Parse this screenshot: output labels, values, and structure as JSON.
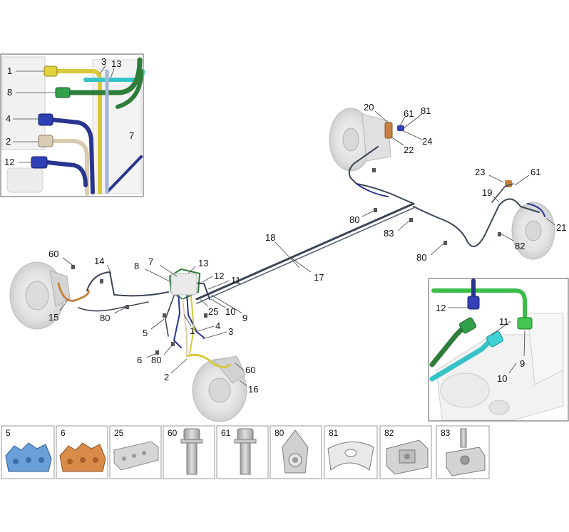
{
  "colors": {
    "pipe_dark": "#3a4556",
    "pipe_blue": "#2a3590",
    "pipe_green": "#2e7d3a",
    "pipe_cyan": "#36c3c8",
    "pipe_yellow": "#d8c73a",
    "hose_orange": "#c7823f",
    "disc": "#e4e4e4",
    "clip_blue": "#6b9fd8",
    "clip_orange": "#d98b4a",
    "part_grey": "#bdbdbd"
  },
  "inset_top_left": {
    "callouts": [
      "1",
      "3",
      "13",
      "8",
      "4",
      "2",
      "12",
      "7"
    ]
  },
  "inset_right": {
    "callouts": [
      "12",
      "11",
      "9",
      "10"
    ]
  },
  "main": {
    "callouts": {
      "c60a": "60",
      "c14": "14",
      "c7": "7",
      "c13": "13",
      "c8": "8",
      "c12": "12",
      "c11": "11",
      "c15": "15",
      "c80a": "80",
      "c25": "25",
      "c10": "10",
      "c9": "9",
      "c5": "5",
      "c1": "1",
      "c4": "4",
      "c3": "3",
      "c6": "6",
      "c80b": "80",
      "c2": "2",
      "c60b": "60",
      "c16": "16",
      "c18": "18",
      "c17": "17",
      "c20": "20",
      "c61a": "61",
      "c81": "81",
      "c24": "24",
      "c22": "22",
      "c23": "23",
      "c61b": "61",
      "c19": "19",
      "c80c": "80",
      "c83": "83",
      "c80d": "80",
      "c82": "82",
      "c21": "21"
    }
  },
  "parts_strip": [
    {
      "number": "5",
      "icon": "pipe-clip-blue-icon"
    },
    {
      "number": "6",
      "icon": "pipe-clip-orange-icon"
    },
    {
      "number": "25",
      "icon": "pipe-clip-grey-icon"
    },
    {
      "number": "60",
      "icon": "bolt-icon"
    },
    {
      "number": "61",
      "icon": "bolt-icon"
    },
    {
      "number": "80",
      "icon": "plastic-clip-icon"
    },
    {
      "number": "81",
      "icon": "spring-clip-icon"
    },
    {
      "number": "82",
      "icon": "nut-clip-icon"
    },
    {
      "number": "83",
      "icon": "stud-clip-icon"
    }
  ]
}
